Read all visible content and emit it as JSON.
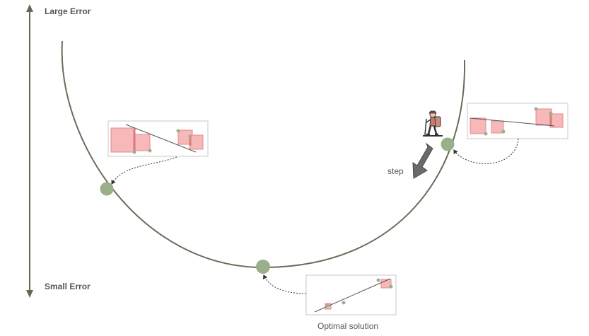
{
  "labels": {
    "large_error": "Large Error",
    "small_error": "Small Error",
    "step": "step",
    "optimal": "Optimal solution"
  },
  "colors": {
    "curve": "#6b6b5a",
    "axis": "#666655",
    "point": "#9bb08a",
    "square_fill": "#f6b8b8",
    "square_stroke": "#e58a8a",
    "residual": "#d97a7a",
    "box_border": "#c8c8c8",
    "text": "#555555",
    "step_arrow": "#6a6a6a"
  },
  "icons": {
    "hiker": "hiker-icon",
    "step_arrow": "step-arrow-icon"
  }
}
